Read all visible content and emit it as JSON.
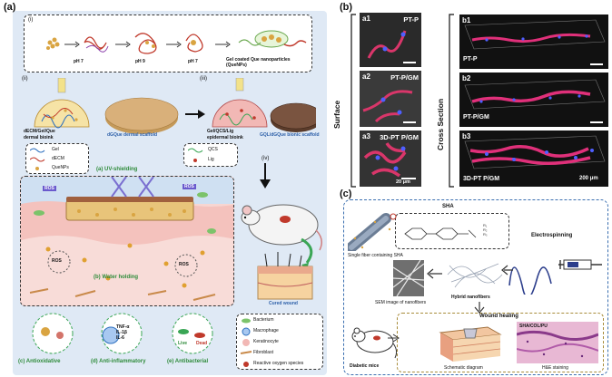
{
  "panel_a": {
    "letter": "(a)",
    "sub_i": "(i)",
    "sub_ii": "(ii)",
    "sub_iii": "(iii)",
    "sub_iv": "(iv)",
    "ph_labels": [
      "pH 7",
      "pH 9",
      "pH 7"
    ],
    "quenps_label": "Gel coated Que nanoparticles (QueNPs)",
    "dermal_bioink": "dECM/Gel/Que\ndermal bioink",
    "dermal_scaffold": "dGQue dermal scaffold",
    "epidermal_bioink": "Gel/QCS/Lig\nepidermal bioink",
    "bionic_scaffold": "GQL/dGQue bionic scaffold",
    "legend_left": [
      "Gel",
      "dECM",
      "QueNPs"
    ],
    "legend_right": [
      "QCS",
      "Lig"
    ],
    "uv_label": "(a) UV-shielding",
    "water_label": "(b) Water holding",
    "ros_labels": [
      "ROS",
      "ROS",
      "ROS",
      "ROS"
    ],
    "cured_wound": "Cured wound",
    "antioxidative": "(c) Antioxidative",
    "antiinflammatory": "(d) Anti-inflammatory",
    "antibacterial": "(e) Antibacterial",
    "cytokines": [
      "TNF-α",
      "IL-1β",
      "IL-6"
    ],
    "live": "Live",
    "dead": "Dead",
    "cell_legend": [
      "Bacterium",
      "Macrophage",
      "Keratinocyte",
      "Fibroblast",
      "Reactive oxygen species"
    ]
  },
  "panel_b": {
    "letter": "(b)",
    "surface_label": "Surface",
    "cross_label": "Cross Section",
    "surface_images": [
      {
        "sub": "a1",
        "tag": "PT-P"
      },
      {
        "sub": "a2",
        "tag": "PT-P/GM"
      },
      {
        "sub": "a3",
        "tag": "3D-PT P/GM"
      }
    ],
    "cross_images": [
      {
        "sub": "b1",
        "tag": "PT-P"
      },
      {
        "sub": "b2",
        "tag": "PT-P/GM"
      },
      {
        "sub": "b3",
        "tag": "3D-PT P/GM"
      }
    ],
    "scale_surface": "20 μm",
    "scale_cross": "200 μm"
  },
  "panel_c": {
    "letter": "(c)",
    "sha_title": "SHA",
    "electrospinning": "Electrospinning",
    "single_fiber": "Single fiber containing SHA",
    "hybrid": "Hybrid nanofibers",
    "sem": "SEM image of nanofibers",
    "wound_healing": "Wound healing",
    "diabetic": "Diabetic mice",
    "schematic": "Schematic diagram",
    "he": "H&E staining",
    "he_tag": "SHA/COL/PU"
  },
  "colors": {
    "accent_blue": "#3b6fb0",
    "green_text": "#2e8b3a",
    "bioink_gold": "#d9a441",
    "skin_pink": "#f2b8b5",
    "panel_bg": "#dfe9f5"
  }
}
